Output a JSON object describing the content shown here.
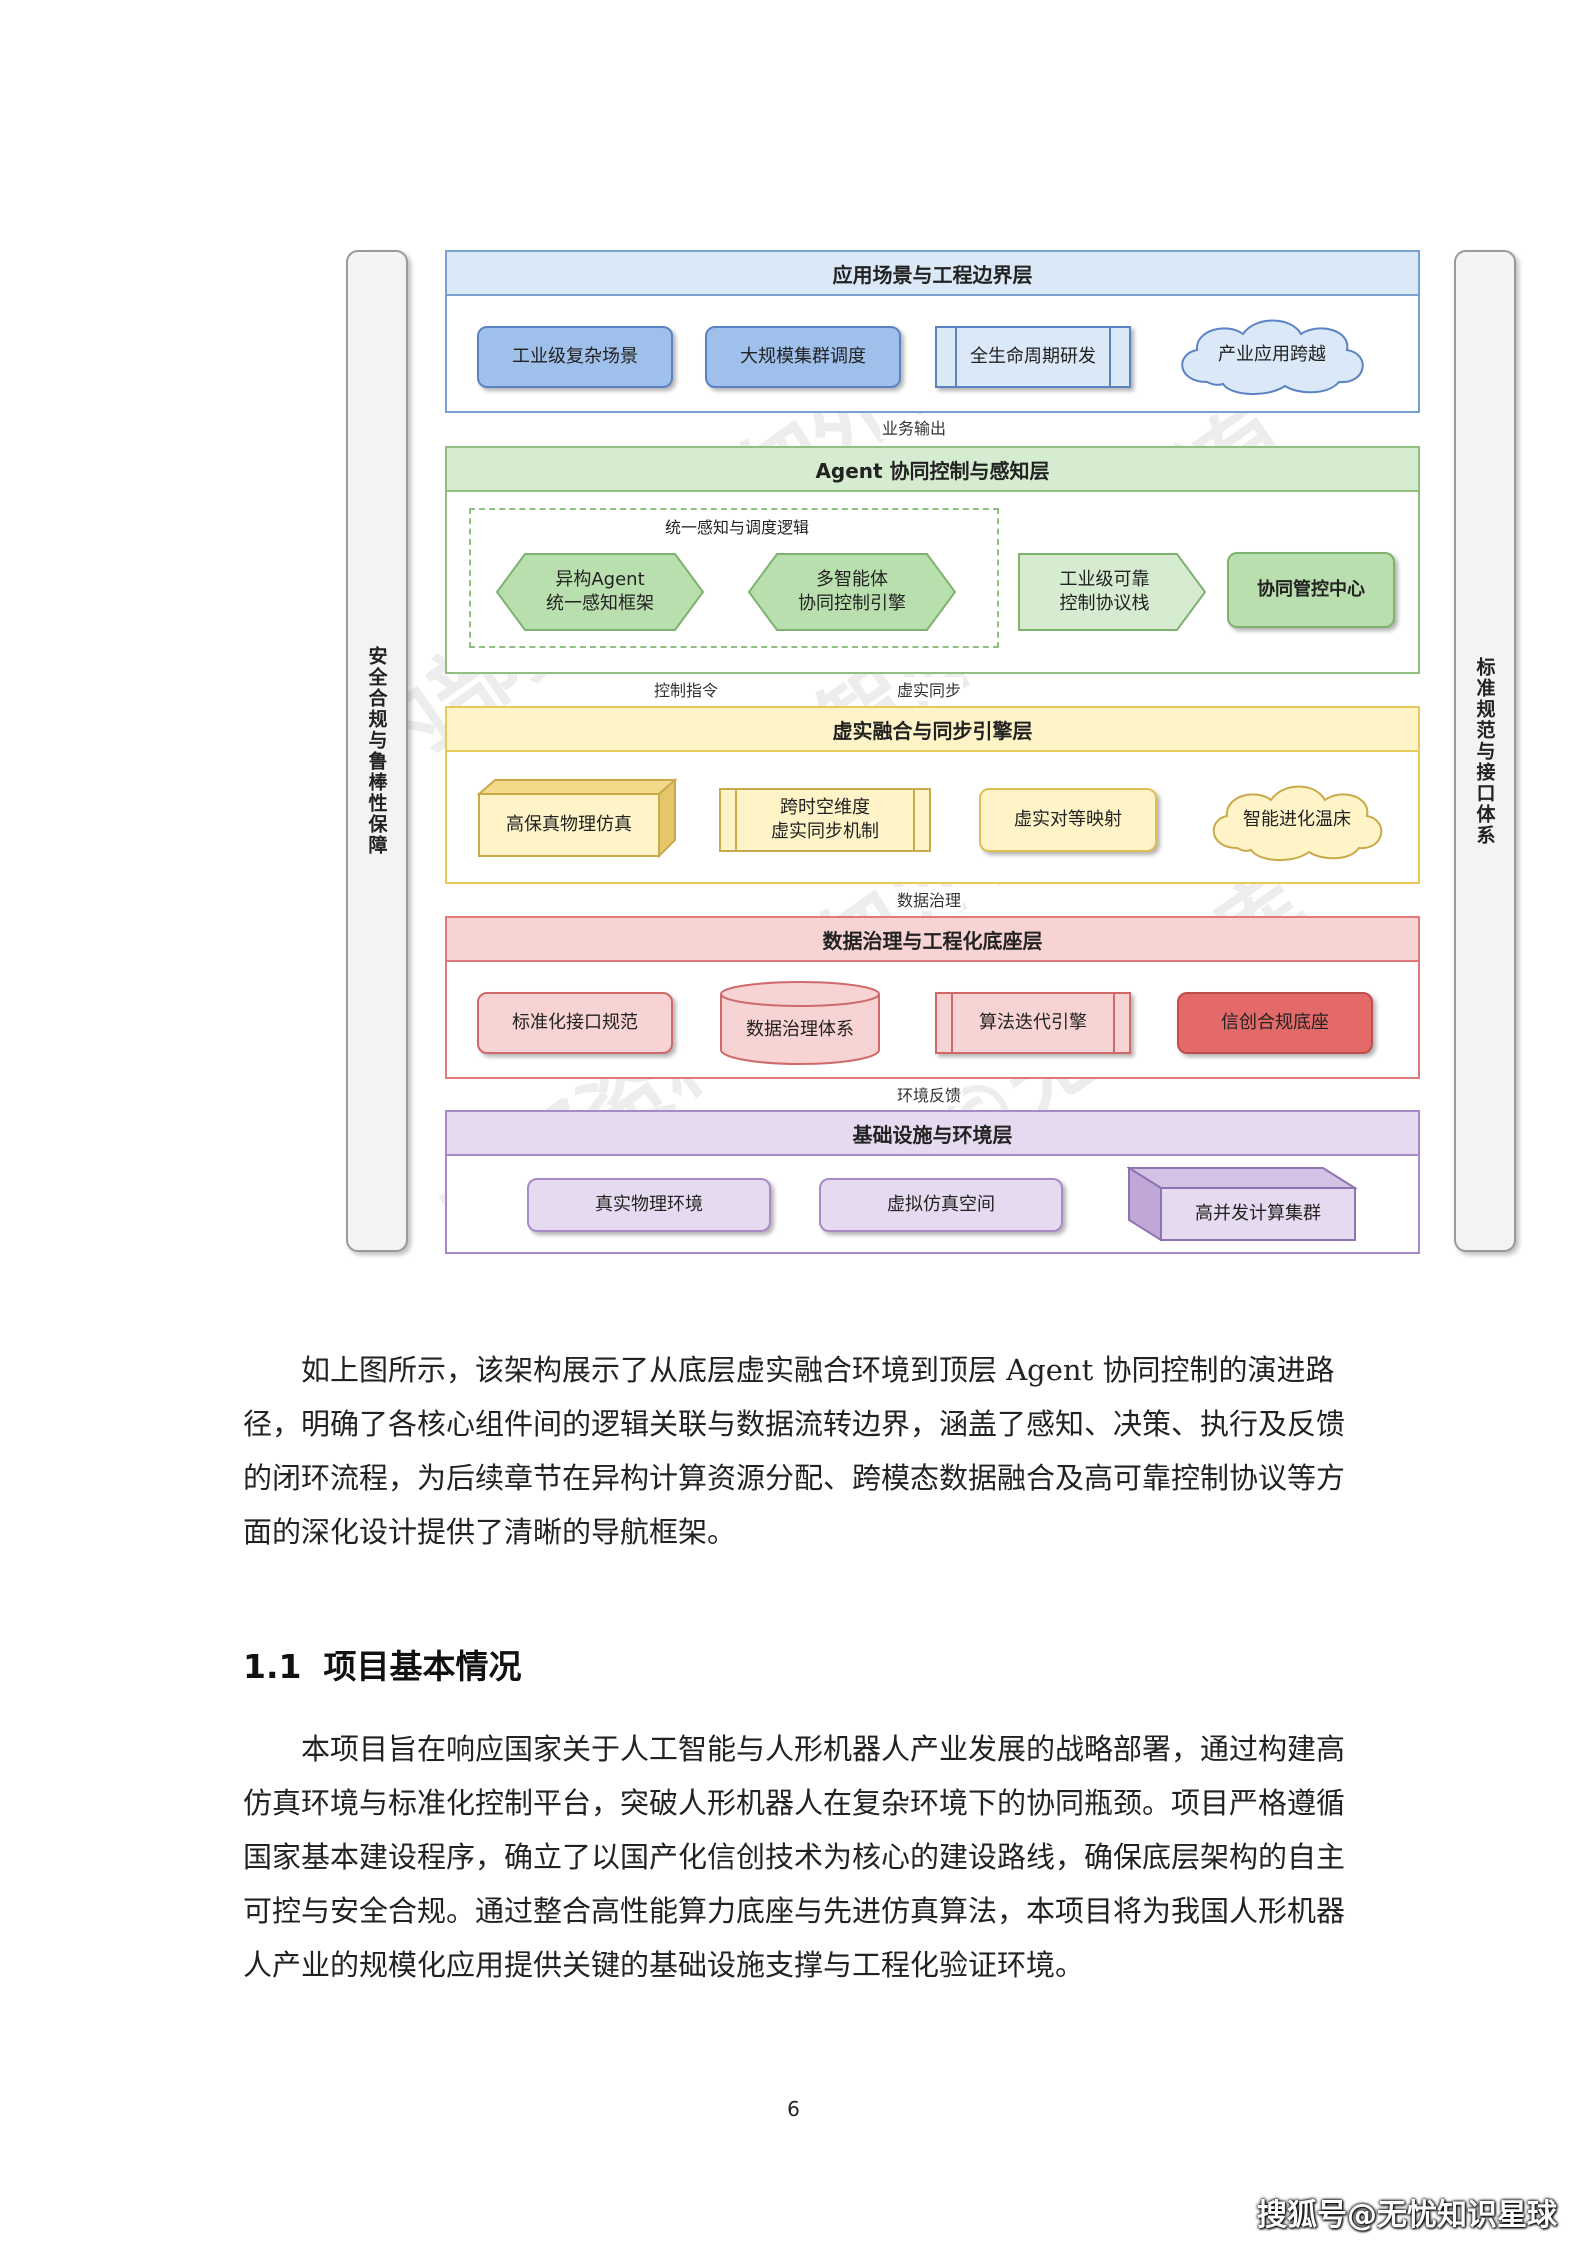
{
  "diagram": {
    "left_bar": "安全合规与鲁棒性保障",
    "right_bar": "标准规范与接口体系",
    "layers": [
      {
        "title": "应用场景与工程边界层",
        "items": [
          "工业级复杂场景",
          "大规模集群调度",
          "全生命周期研发",
          "产业应用跨越"
        ]
      },
      {
        "title": "Agent 协同控制与感知层",
        "group_label": "统一感知与调度逻辑",
        "items": [
          "异构Agent\n统一感知框架",
          "多智能体\n协同控制引擎",
          "工业级可靠\n控制协议栈",
          "协同管控中心"
        ]
      },
      {
        "title": "虚实融合与同步引擎层",
        "items": [
          "高保真物理仿真",
          "跨时空维度\n虚实同步机制",
          "虚实对等映射",
          "智能进化温床"
        ]
      },
      {
        "title": "数据治理与工程化底座层",
        "items": [
          "标准化接口规范",
          "数据治理体系",
          "算法迭代引擎",
          "信创合规底座"
        ]
      },
      {
        "title": "基础设施与环境层",
        "items": [
          "真实物理环境",
          "虚拟仿真空间",
          "高并发计算集群"
        ]
      }
    ],
    "connectors": {
      "c1": "业务输出",
      "c2a": "控制指令",
      "c2b": "虚实同步",
      "c3": "数据治理",
      "c4": "环境反馈"
    },
    "watermark": [
      "内部资料 请勿外传",
      "无忧智库 版权所有",
      "©无忧智库"
    ],
    "colors": {
      "app_blue": "#dbe8f7",
      "agent_green": "#d6ecd0",
      "sync_yellow": "#fff4c8",
      "data_red": "#f8d3d3",
      "infra_purple": "#e6daf0"
    }
  },
  "paragraph1": "如上图所示，该架构展示了从底层虚实融合环境到顶层 Agent 协同控制的演进路径，明确了各核心组件间的逻辑关联与数据流转边界，涵盖了感知、决策、执行及反馈的闭环流程，为后续章节在异构计算资源分配、跨模态数据融合及高可靠控制协议等方面的深化设计提供了清晰的导航框架。",
  "section": {
    "number": "1.1",
    "title": "项目基本情况"
  },
  "paragraph2": "本项目旨在响应国家关于人工智能与人形机器人产业发展的战略部署，通过构建高仿真环境与标准化控制平台，突破人形机器人在复杂环境下的协同瓶颈。项目严格遵循国家基本建设程序，确立了以国产化信创技术为核心的建设路线，确保底层架构的自主可控与安全合规。通过整合高性能算力底座与先进仿真算法，本项目将为我国人形机器人产业的规模化应用提供关键的基础设施支撑与工程化验证环境。",
  "page_number": "6",
  "footer": "搜狐号@无忧知识星球"
}
